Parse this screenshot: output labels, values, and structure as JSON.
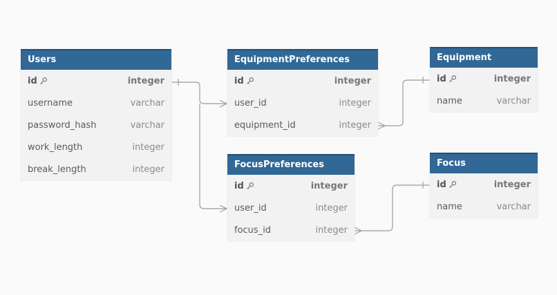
{
  "colors": {
    "header": "#316896",
    "body": "#f2f2f2",
    "connector": "#9b9b9b",
    "background": "#fafafa"
  },
  "tables": [
    {
      "name": "Users",
      "fields": [
        {
          "name": "id",
          "type": "integer",
          "pk": true
        },
        {
          "name": "username",
          "type": "varchar"
        },
        {
          "name": "password_hash",
          "type": "varchar"
        },
        {
          "name": "work_length",
          "type": "integer"
        },
        {
          "name": "break_length",
          "type": "integer"
        }
      ]
    },
    {
      "name": "EquipmentPreferences",
      "fields": [
        {
          "name": "id",
          "type": "integer",
          "pk": true
        },
        {
          "name": "user_id",
          "type": "integer"
        },
        {
          "name": "equipment_id",
          "type": "integer"
        }
      ]
    },
    {
      "name": "Equipment",
      "fields": [
        {
          "name": "id",
          "type": "integer",
          "pk": true
        },
        {
          "name": "name",
          "type": "varchar"
        }
      ]
    },
    {
      "name": "FocusPreferences",
      "fields": [
        {
          "name": "id",
          "type": "integer",
          "pk": true
        },
        {
          "name": "user_id",
          "type": "integer"
        },
        {
          "name": "focus_id",
          "type": "integer"
        }
      ]
    },
    {
      "name": "Focus",
      "fields": [
        {
          "name": "id",
          "type": "integer",
          "pk": true
        },
        {
          "name": "name",
          "type": "varchar"
        }
      ]
    }
  ],
  "relationships": [
    {
      "from": "Users.id",
      "to": "EquipmentPreferences.user_id",
      "cardinality": "one-to-many"
    },
    {
      "from": "Users.id",
      "to": "FocusPreferences.user_id",
      "cardinality": "one-to-many"
    },
    {
      "from": "Equipment.id",
      "to": "EquipmentPreferences.equipment_id",
      "cardinality": "one-to-many"
    },
    {
      "from": "Focus.id",
      "to": "FocusPreferences.focus_id",
      "cardinality": "one-to-many"
    }
  ]
}
